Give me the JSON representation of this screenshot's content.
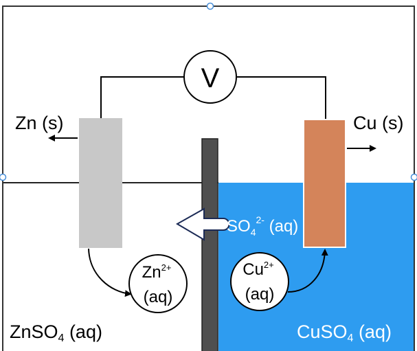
{
  "labels": {
    "voltmeter": "V",
    "zn_electrode": "Zn (s)",
    "cu_electrode": "Cu (s)",
    "sulfate_ion": {
      "base": "SO",
      "sub": "4",
      "sup": "2-",
      "state": " (aq)"
    },
    "zn_ion": {
      "base": "Zn",
      "sup": "2+",
      "state": "(aq)"
    },
    "cu_ion": {
      "base": "Cu",
      "sup": "2+",
      "state": "(aq)"
    },
    "znso4": {
      "base": "ZnSO",
      "sub": "4",
      "state": " (aq)"
    },
    "cuso4": {
      "base": "CuSO",
      "sub": "4",
      "state": " (aq)"
    }
  },
  "colors": {
    "cuso4_solution": "#2e9cf0",
    "zinc": "#c8c8c8",
    "copper": "#d4845a",
    "salt_bridge": "#4f4f4f",
    "selection_handle": "#4a90d9"
  }
}
